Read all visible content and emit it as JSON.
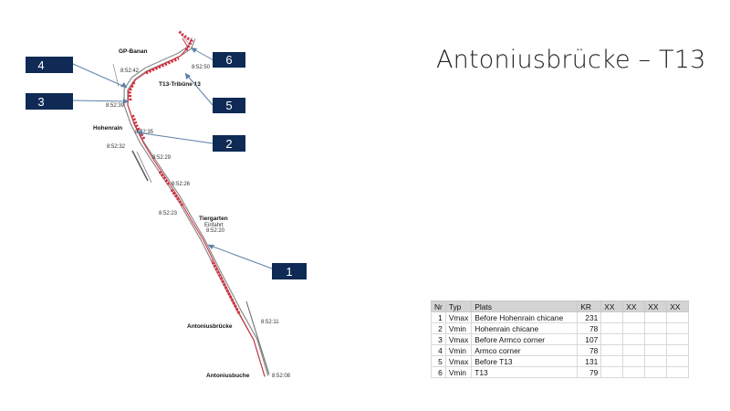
{
  "slide": {
    "title": "Antoniusbrücke – T13"
  },
  "map": {
    "place_labels": {
      "gp_banan": "GP-Banan",
      "t13_tribune": "T13-Tribüne 13",
      "hohenrain": "Hohenrain",
      "tiergarten": "Tiergarten",
      "tiergarten_sub": "Einfahrt",
      "antoniusbrucke": "Antoniusbrücke",
      "antoniusbuche": "Antoniusbuche"
    },
    "timestamps": [
      "8:52:42",
      "8:52:50",
      "8:52:39",
      "8:52:35",
      "8:52:32",
      "8:52:29",
      "8:52:26",
      "8:52:23",
      "8:52:20",
      "8:52:11",
      "8:52:08"
    ],
    "callouts": [
      "1",
      "2",
      "3",
      "4",
      "5",
      "6"
    ],
    "callout_color": "#0f2a55",
    "route_color": "#d42a3a"
  },
  "table": {
    "headers": [
      "Nr",
      "Typ",
      "Plats",
      "KR",
      "XX",
      "XX",
      "XX",
      "XX"
    ],
    "rows": [
      {
        "nr": "1",
        "typ": "Vmax",
        "plats": "Before Hohenrain chicane",
        "kr": "231"
      },
      {
        "nr": "2",
        "typ": "Vmin",
        "plats": "Hohenrain chicane",
        "kr": "78"
      },
      {
        "nr": "3",
        "typ": "Vmax",
        "plats": "Before Armco corner",
        "kr": "107"
      },
      {
        "nr": "4",
        "typ": "Vmin",
        "plats": "Armco corner",
        "kr": "78"
      },
      {
        "nr": "5",
        "typ": "Vmax",
        "plats": "Before T13",
        "kr": "131"
      },
      {
        "nr": "6",
        "typ": "Vmin",
        "plats": "T13",
        "kr": "79"
      }
    ]
  }
}
